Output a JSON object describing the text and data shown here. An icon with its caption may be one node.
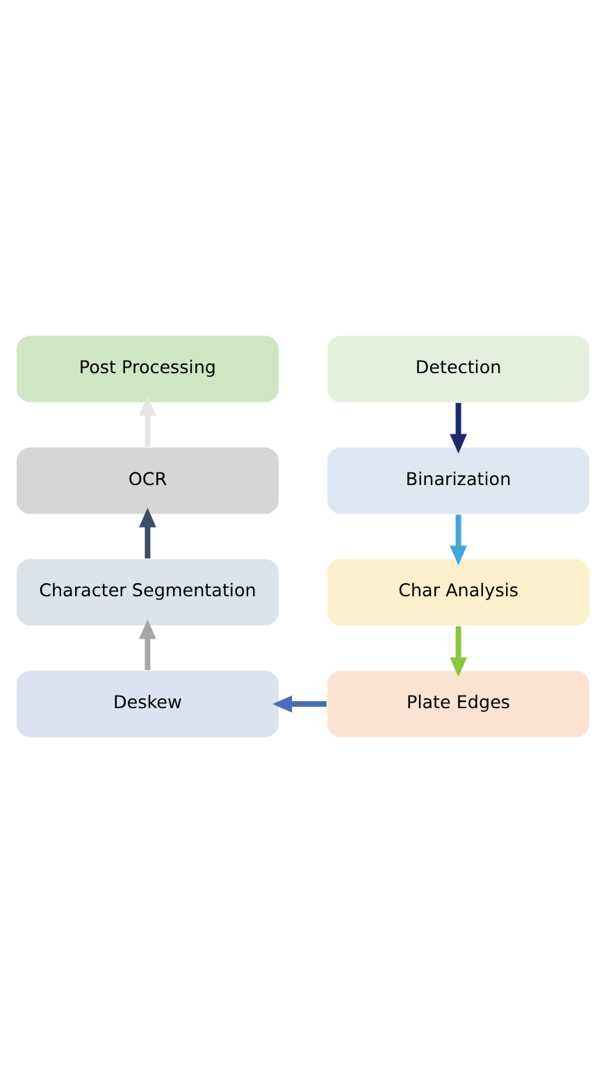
{
  "diagram": {
    "nodes": [
      {
        "text": [
          "Post Processing"
        ]
      },
      {
        "text": [
          "Detection"
        ]
      },
      {
        "text": [
          "OCR"
        ]
      },
      {
        "text": [
          "Binarization"
        ]
      },
      {
        "text": [
          "Character Segmentation"
        ]
      },
      {
        "text": [
          "Char Analysis"
        ]
      },
      {
        "text": [
          "Deskew"
        ]
      },
      {
        "text": [
          "Plate Edges"
        ]
      }
    ],
    "edges": [
      {
        "from": 1,
        "to": 3,
        "arrow": "to",
        "color": "#1f2a6b"
      },
      {
        "from": 3,
        "to": 5,
        "arrow": "to",
        "color": "#45a5d8"
      },
      {
        "from": 5,
        "to": 7,
        "arrow": "to",
        "color": "#8cc63e"
      },
      {
        "from": 7,
        "to": 6,
        "arrow": "to",
        "color": "#4a6db5"
      },
      {
        "from": 6,
        "to": 4,
        "arrow": "to",
        "color": "#a6a6a6"
      },
      {
        "from": 4,
        "to": 2,
        "arrow": "to",
        "color": "#3c4d66"
      },
      {
        "from": 2,
        "to": 0,
        "arrow": "to",
        "color": "#e6e6e6"
      }
    ]
  }
}
